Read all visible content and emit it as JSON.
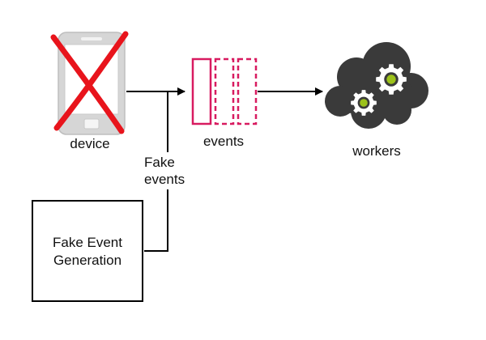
{
  "nodes": {
    "device": {
      "label": "device",
      "state": "crossed-out",
      "icon": "smartphone-icon"
    },
    "events": {
      "label": "events",
      "icon": "event-queue-icon"
    },
    "workers": {
      "label": "workers",
      "icon": "cloud-gears-icon"
    },
    "generator": {
      "label_line1": "Fake Event",
      "label_line2": "Generation"
    }
  },
  "edges": {
    "fake_events_line1": "Fake",
    "fake_events_line2": "events"
  },
  "colors": {
    "cross": "#e8141c",
    "queue": "#d81b60",
    "phone_body": "#d6d6d6",
    "cloud": "#3a3a3a",
    "gear_center": "#9cc21a",
    "line": "#000000"
  }
}
